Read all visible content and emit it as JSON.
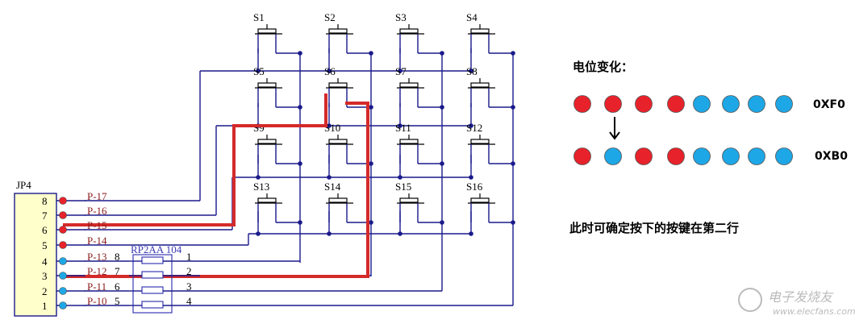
{
  "connector": {
    "name": "JP4",
    "pin_numbers": [
      "8",
      "7",
      "6",
      "5",
      "4",
      "3",
      "2",
      "1"
    ],
    "port_labels": [
      "P-17",
      "P-16",
      "P-15",
      "P-14",
      "P-13",
      "P-12",
      "P-11",
      "P-10"
    ]
  },
  "resistor_pack": {
    "name": "RP2AA 104",
    "left_pins": [
      "8",
      "7",
      "6",
      "5"
    ],
    "right_pins": [
      "1",
      "2",
      "3",
      "4"
    ]
  },
  "switches": [
    "S1",
    "S2",
    "S3",
    "S4",
    "S5",
    "S6",
    "S7",
    "S8",
    "S9",
    "S10",
    "S11",
    "S12",
    "S13",
    "S14",
    "S15",
    "S16"
  ],
  "panel": {
    "title": "电位变化：",
    "row1_code": "0XF0",
    "row2_code": "0XB0",
    "conclusion": "此时可确定按下的按键在第二行"
  },
  "dot_rows": {
    "row1": [
      "red",
      "red",
      "red",
      "red",
      "blue",
      "blue",
      "blue",
      "blue"
    ],
    "row2": [
      "red",
      "blue",
      "red",
      "red",
      "blue",
      "blue",
      "blue",
      "blue"
    ]
  },
  "colors": {
    "wire": "#1a1a8c",
    "highlight": "#d42a2a",
    "dot_red": "#e8222b",
    "dot_blue": "#1ea7e6",
    "connector_fill": "#ffffcc"
  },
  "watermark": {
    "main": "电子发烧友",
    "url": "www.elecfans.com"
  }
}
